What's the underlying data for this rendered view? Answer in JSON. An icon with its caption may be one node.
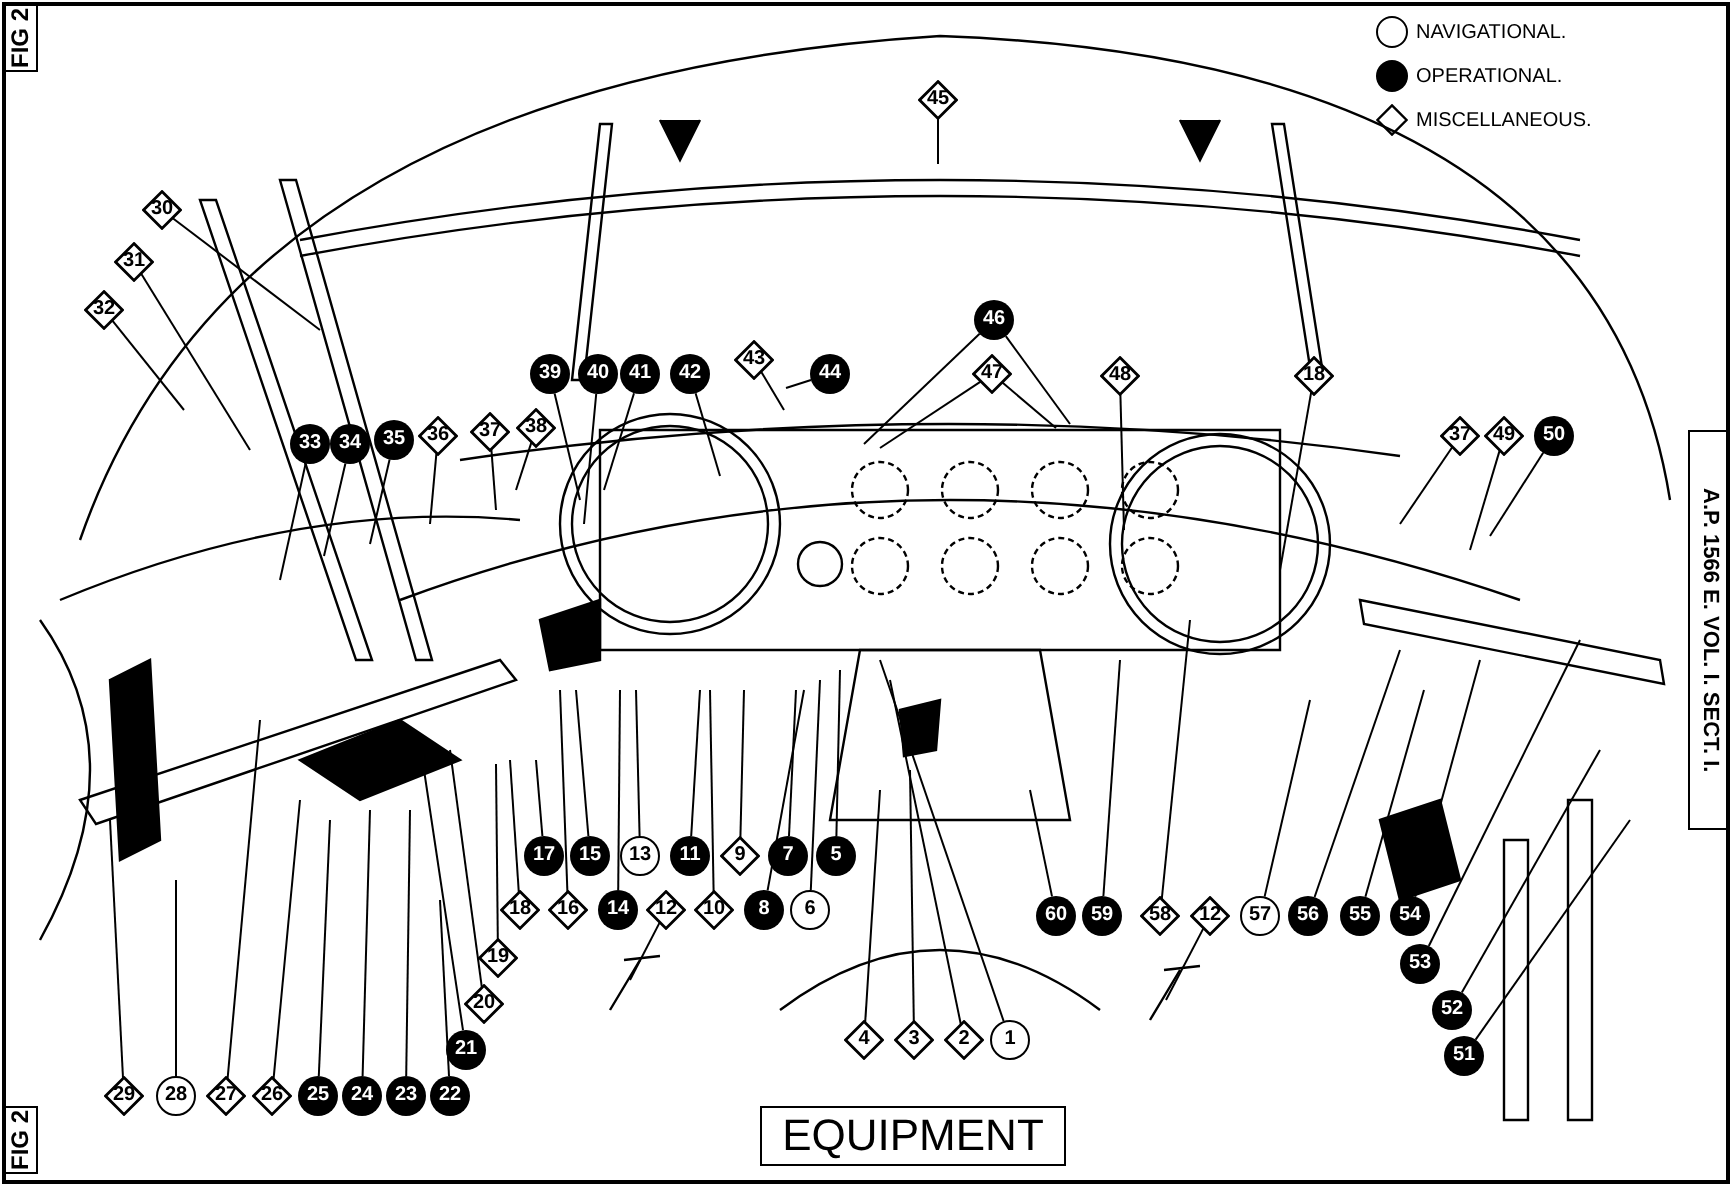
{
  "diagram": {
    "title": "EQUIPMENT",
    "nodes": [
      {
        "text": [
          "45"
        ]
      },
      {
        "text": [
          "30"
        ]
      },
      {
        "text": [
          "31"
        ]
      },
      {
        "text": [
          "32"
        ]
      },
      {
        "text": [
          "46"
        ]
      },
      {
        "text": [
          "43"
        ]
      },
      {
        "text": [
          "39"
        ]
      },
      {
        "text": [
          "40"
        ]
      },
      {
        "text": [
          "41"
        ]
      },
      {
        "text": [
          "42"
        ]
      },
      {
        "text": [
          "44"
        ]
      },
      {
        "text": [
          "47"
        ]
      },
      {
        "text": [
          "48"
        ]
      },
      {
        "text": [
          "18"
        ]
      },
      {
        "text": [
          "33"
        ]
      },
      {
        "text": [
          "34"
        ]
      },
      {
        "text": [
          "35"
        ]
      },
      {
        "text": [
          "36"
        ]
      },
      {
        "text": [
          "37"
        ]
      },
      {
        "text": [
          "38"
        ]
      },
      {
        "text": [
          "37"
        ]
      },
      {
        "text": [
          "49"
        ]
      },
      {
        "text": [
          "50"
        ]
      },
      {
        "text": [
          "17"
        ]
      },
      {
        "text": [
          "15"
        ]
      },
      {
        "text": [
          "13"
        ]
      },
      {
        "text": [
          "11"
        ]
      },
      {
        "text": [
          "9"
        ]
      },
      {
        "text": [
          "7"
        ]
      },
      {
        "text": [
          "5"
        ]
      },
      {
        "text": [
          "18"
        ]
      },
      {
        "text": [
          "16"
        ]
      },
      {
        "text": [
          "14"
        ]
      },
      {
        "text": [
          "12"
        ]
      },
      {
        "text": [
          "10"
        ]
      },
      {
        "text": [
          "8"
        ]
      },
      {
        "text": [
          "6"
        ]
      },
      {
        "text": [
          "60"
        ]
      },
      {
        "text": [
          "59"
        ]
      },
      {
        "text": [
          "58"
        ]
      },
      {
        "text": [
          "12"
        ]
      },
      {
        "text": [
          "57"
        ]
      },
      {
        "text": [
          "56"
        ]
      },
      {
        "text": [
          "55"
        ]
      },
      {
        "text": [
          "54"
        ]
      },
      {
        "text": [
          "19"
        ]
      },
      {
        "text": [
          "53"
        ]
      },
      {
        "text": [
          "20"
        ]
      },
      {
        "text": [
          "52"
        ]
      },
      {
        "text": [
          "4"
        ]
      },
      {
        "text": [
          "3"
        ]
      },
      {
        "text": [
          "2"
        ]
      },
      {
        "text": [
          "1"
        ]
      },
      {
        "text": [
          "21"
        ]
      },
      {
        "text": [
          "51"
        ]
      },
      {
        "text": [
          "29"
        ]
      },
      {
        "text": [
          "28"
        ]
      },
      {
        "text": [
          "27"
        ]
      },
      {
        "text": [
          "26"
        ]
      },
      {
        "text": [
          "25"
        ]
      },
      {
        "text": [
          "24"
        ]
      },
      {
        "text": [
          "23"
        ]
      },
      {
        "text": [
          "22"
        ]
      }
    ],
    "edges": [
      {
        "from": 0,
        "to": null,
        "arrow": "none"
      },
      {
        "from": 1,
        "to": null,
        "arrow": "none"
      },
      {
        "from": 2,
        "to": null,
        "arrow": "none"
      },
      {
        "from": 3,
        "to": null,
        "arrow": "none"
      },
      {
        "from": 4,
        "to": null,
        "arrow": "none"
      },
      {
        "from": 4,
        "to": null,
        "arrow": "none"
      },
      {
        "from": 5,
        "to": null,
        "arrow": "none"
      },
      {
        "from": 6,
        "to": null,
        "arrow": "none"
      },
      {
        "from": 7,
        "to": null,
        "arrow": "none"
      },
      {
        "from": 8,
        "to": null,
        "arrow": "none"
      },
      {
        "from": 9,
        "to": null,
        "arrow": "none"
      },
      {
        "from": 10,
        "to": null,
        "arrow": "none"
      },
      {
        "from": 11,
        "to": null,
        "arrow": "none"
      },
      {
        "from": 11,
        "to": null,
        "arrow": "none"
      },
      {
        "from": 12,
        "to": null,
        "arrow": "none"
      },
      {
        "from": 13,
        "to": null,
        "arrow": "none"
      },
      {
        "from": 14,
        "to": null,
        "arrow": "none"
      },
      {
        "from": 15,
        "to": null,
        "arrow": "none"
      },
      {
        "from": 16,
        "to": null,
        "arrow": "none"
      },
      {
        "from": 17,
        "to": null,
        "arrow": "none"
      },
      {
        "from": 18,
        "to": null,
        "arrow": "none"
      },
      {
        "from": 19,
        "to": null,
        "arrow": "none"
      },
      {
        "from": 20,
        "to": null,
        "arrow": "none"
      },
      {
        "from": 21,
        "to": null,
        "arrow": "none"
      },
      {
        "from": 22,
        "to": null,
        "arrow": "none"
      },
      {
        "from": 23,
        "to": null,
        "arrow": "none"
      },
      {
        "from": 24,
        "to": null,
        "arrow": "none"
      },
      {
        "from": 25,
        "to": null,
        "arrow": "none"
      },
      {
        "from": 26,
        "to": null,
        "arrow": "none"
      },
      {
        "from": 27,
        "to": null,
        "arrow": "none"
      },
      {
        "from": 28,
        "to": null,
        "arrow": "none"
      },
      {
        "from": 29,
        "to": null,
        "arrow": "none"
      },
      {
        "from": 30,
        "to": null,
        "arrow": "none"
      },
      {
        "from": 31,
        "to": null,
        "arrow": "none"
      },
      {
        "from": 32,
        "to": null,
        "arrow": "none"
      },
      {
        "from": 33,
        "to": null,
        "arrow": "none"
      },
      {
        "from": 34,
        "to": null,
        "arrow": "none"
      },
      {
        "from": 35,
        "to": null,
        "arrow": "none"
      },
      {
        "from": 36,
        "to": null,
        "arrow": "none"
      },
      {
        "from": 37,
        "to": null,
        "arrow": "none"
      },
      {
        "from": 38,
        "to": null,
        "arrow": "none"
      },
      {
        "from": 39,
        "to": null,
        "arrow": "none"
      },
      {
        "from": 40,
        "to": null,
        "arrow": "none"
      },
      {
        "from": 41,
        "to": null,
        "arrow": "none"
      },
      {
        "from": 42,
        "to": null,
        "arrow": "none"
      },
      {
        "from": 43,
        "to": null,
        "arrow": "none"
      },
      {
        "from": 44,
        "to": null,
        "arrow": "none"
      },
      {
        "from": 45,
        "to": null,
        "arrow": "none"
      },
      {
        "from": 46,
        "to": null,
        "arrow": "none"
      },
      {
        "from": 47,
        "to": null,
        "arrow": "none"
      },
      {
        "from": 48,
        "to": null,
        "arrow": "none"
      },
      {
        "from": 49,
        "to": null,
        "arrow": "none"
      },
      {
        "from": 50,
        "to": null,
        "arrow": "none"
      },
      {
        "from": 51,
        "to": null,
        "arrow": "none"
      },
      {
        "from": 52,
        "to": null,
        "arrow": "none"
      },
      {
        "from": 53,
        "to": null,
        "arrow": "none"
      },
      {
        "from": 54,
        "to": null,
        "arrow": "none"
      },
      {
        "from": 55,
        "to": null,
        "arrow": "none"
      },
      {
        "from": 56,
        "to": null,
        "arrow": "none"
      },
      {
        "from": 57,
        "to": null,
        "arrow": "none"
      },
      {
        "from": 58,
        "to": null,
        "arrow": "none"
      },
      {
        "from": 59,
        "to": null,
        "arrow": "none"
      },
      {
        "from": 60,
        "to": null,
        "arrow": "none"
      },
      {
        "from": 61,
        "to": null,
        "arrow": "none"
      },
      {
        "from": 62,
        "to": null,
        "arrow": "none"
      }
    ],
    "labels": [
      "FIG 2",
      "A.P. 1566 E. VOL. I. SECT. I.",
      "FIG 2"
    ],
    "legend": [
      {
        "text": "NAVIGATIONAL."
      },
      {
        "text": "OPERATIONAL."
      },
      {
        "text": "MISCELLANEOUS."
      }
    ]
  }
}
